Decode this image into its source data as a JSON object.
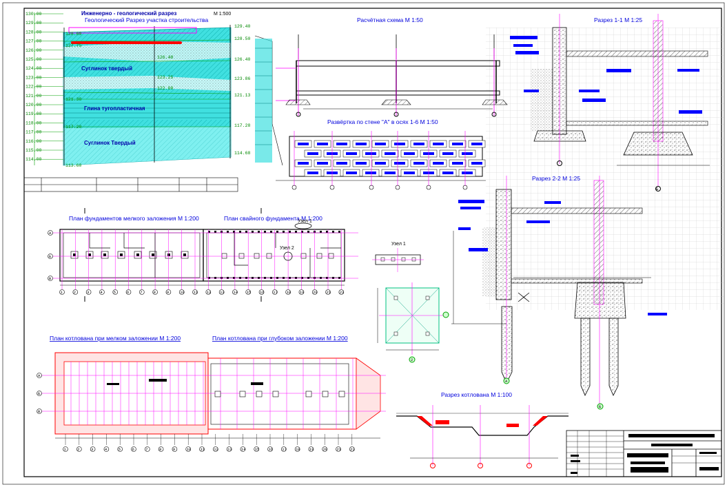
{
  "geology": {
    "title": "Инженерно - геологический разрез",
    "subtitle": "Геологический Разрез участка строительства",
    "scale": "М 1:500",
    "layers": [
      "Суглинок твердый",
      "Глина тугопластичная",
      "Суглинок Твердый"
    ],
    "left_marks": [
      "130.00",
      "129.00",
      "128.00",
      "127.00",
      "126.00",
      "125.00",
      "124.00",
      "123.00",
      "122.00",
      "121.00",
      "120.00",
      "119.00",
      "118.00",
      "117.00",
      "116.00",
      "115.00",
      "114.00"
    ],
    "right_marks": [
      "129.40",
      "128.50",
      "126.40",
      "123.86",
      "121.13",
      "117.28",
      "114.68"
    ],
    "inner_marks": [
      "128.60",
      "127.75",
      "126.48",
      "123.25",
      "122.00",
      "121.38",
      "117.20",
      "113.60"
    ]
  },
  "calc_scheme": {
    "title": "Расчётная схема М 1:50"
  },
  "wall_dev": {
    "title": "Развёртка по стене \"А\" в осях 1-6 М 1:50"
  },
  "section11": {
    "title": "Разрез 1-1 М 1:25",
    "axis": "Б"
  },
  "section22": {
    "title": "Разрез 2-2 М 1:25",
    "axis_a": "А",
    "axis_b": "Б"
  },
  "plan_shallow": {
    "title": "План фундаментов мелкого заложения М 1:200"
  },
  "plan_pile": {
    "title": "План свайного фундамента М 1:200",
    "node1": "Узел 1",
    "node2": "Узел 2"
  },
  "node1_detail": {
    "title": "Узел 1"
  },
  "pit_shallow": {
    "title": "План котлована при мелком заложении М 1:200"
  },
  "pit_deep": {
    "title": "План котлована при глубоком заложении М 1:200"
  },
  "pit_section": {
    "title": "Разрез котлована М 1:100"
  },
  "pile_detail": {
    "axis": "2"
  },
  "axes_rows": [
    "А",
    "Б",
    "В"
  ],
  "axes_cols": [
    "1",
    "2",
    "3",
    "4",
    "5",
    "6",
    "7",
    "8",
    "9",
    "10",
    "11",
    "12",
    "13",
    "14",
    "15",
    "16",
    "17",
    "18",
    "19",
    "20",
    "21",
    "22"
  ],
  "colors": {
    "blue": "#0000ff",
    "magenta": "#ff00ff",
    "red": "#ff0000",
    "green": "#00a000",
    "cyan": "#00c8c8",
    "grid": "#c8c8c8"
  }
}
